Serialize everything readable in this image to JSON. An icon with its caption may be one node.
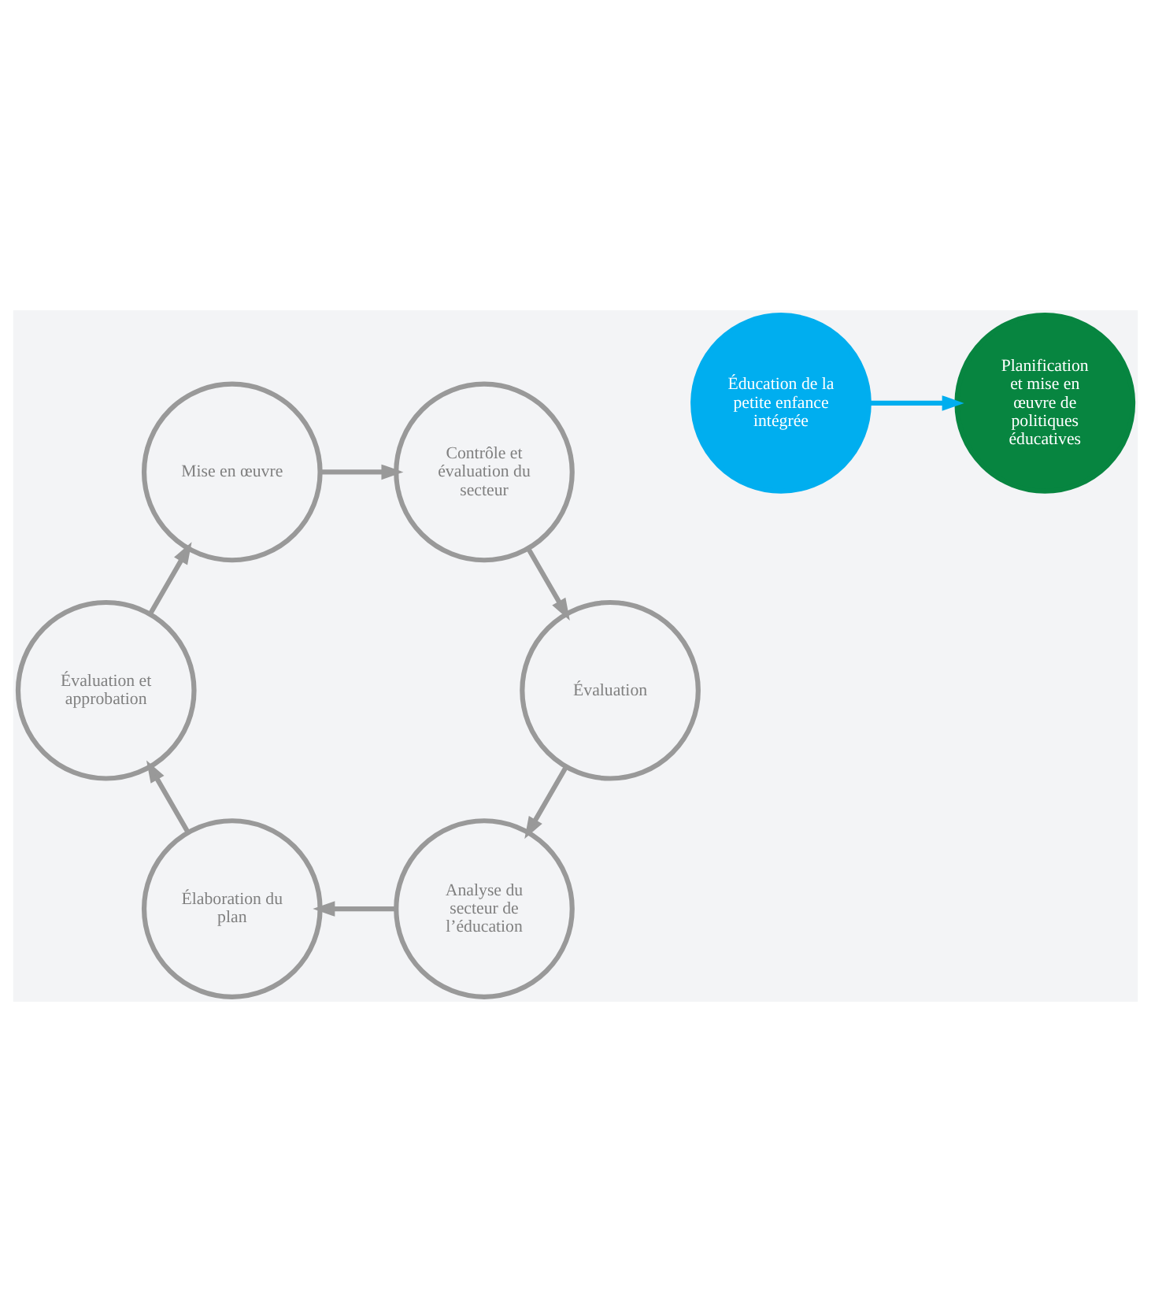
{
  "diagram": {
    "nodes": [
      {
        "text": [
          "Éducation de la petite enfance intégrée"
        ]
      },
      {
        "text": [
          "Analyse du secteur de l’éducation"
        ]
      },
      {
        "text": [
          "Élaboration du plan"
        ]
      },
      {
        "text": [
          "Évaluation et approbation"
        ]
      },
      {
        "text": [
          "Mise en œuvre"
        ]
      },
      {
        "text": [
          "Contrôle et évaluation du secteur"
        ]
      },
      {
        "text": [
          "Évaluation"
        ]
      },
      {
        "text": [
          "Planification et mise en œuvre de politiques éducatives"
        ]
      }
    ],
    "edges": [
      {
        "from": 1,
        "to": 2,
        "arrow": "to"
      },
      {
        "from": 2,
        "to": 3,
        "arrow": "to"
      },
      {
        "from": 3,
        "to": 4,
        "arrow": "to"
      },
      {
        "from": 4,
        "to": 5,
        "arrow": "to"
      },
      {
        "from": 5,
        "to": 6,
        "arrow": "to"
      },
      {
        "from": 6,
        "to": 1,
        "arrow": "to"
      },
      {
        "from": 0,
        "to": 7,
        "arrow": "to",
        "color": "#00aeef"
      }
    ]
  }
}
